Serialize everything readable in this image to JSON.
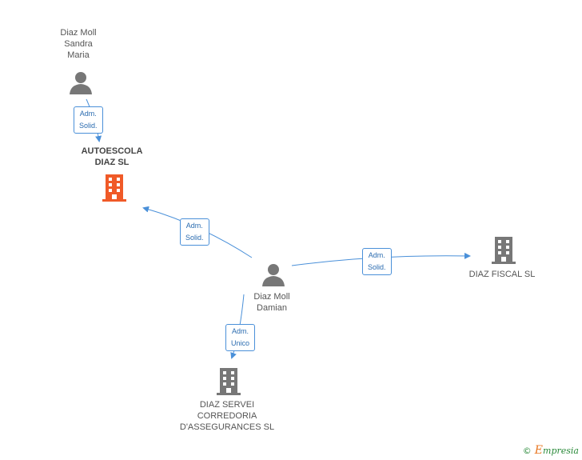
{
  "nodes": {
    "sandra": {
      "line1": "Diaz Moll",
      "line2": "Sandra",
      "line3": "Maria"
    },
    "autoescola": {
      "line1": "AUTOESCOLA",
      "line2": "DIAZ SL"
    },
    "damian": {
      "line1": "Diaz Moll",
      "line2": "Damian"
    },
    "fiscal": {
      "line1": "DIAZ FISCAL SL"
    },
    "servei": {
      "line1": "DIAZ SERVEI",
      "line2": "CORREDORIA",
      "line3": "D'ASSEGURANCES SL"
    }
  },
  "edges": {
    "sandra_autoescola": {
      "line1": "Adm.",
      "line2": "Solid."
    },
    "damian_autoescola": {
      "line1": "Adm.",
      "line2": "Solid."
    },
    "damian_fiscal": {
      "line1": "Adm.",
      "line2": "Solid."
    },
    "damian_servei": {
      "line1": "Adm.",
      "line2": "Unico"
    }
  },
  "footer": {
    "copyright": "©",
    "brand_initial": "E",
    "brand_rest": "mpresia"
  },
  "colors": {
    "edge": "#4a90d9",
    "person": "#777777",
    "company": "#777777",
    "highlight_company": "#f05a28"
  }
}
